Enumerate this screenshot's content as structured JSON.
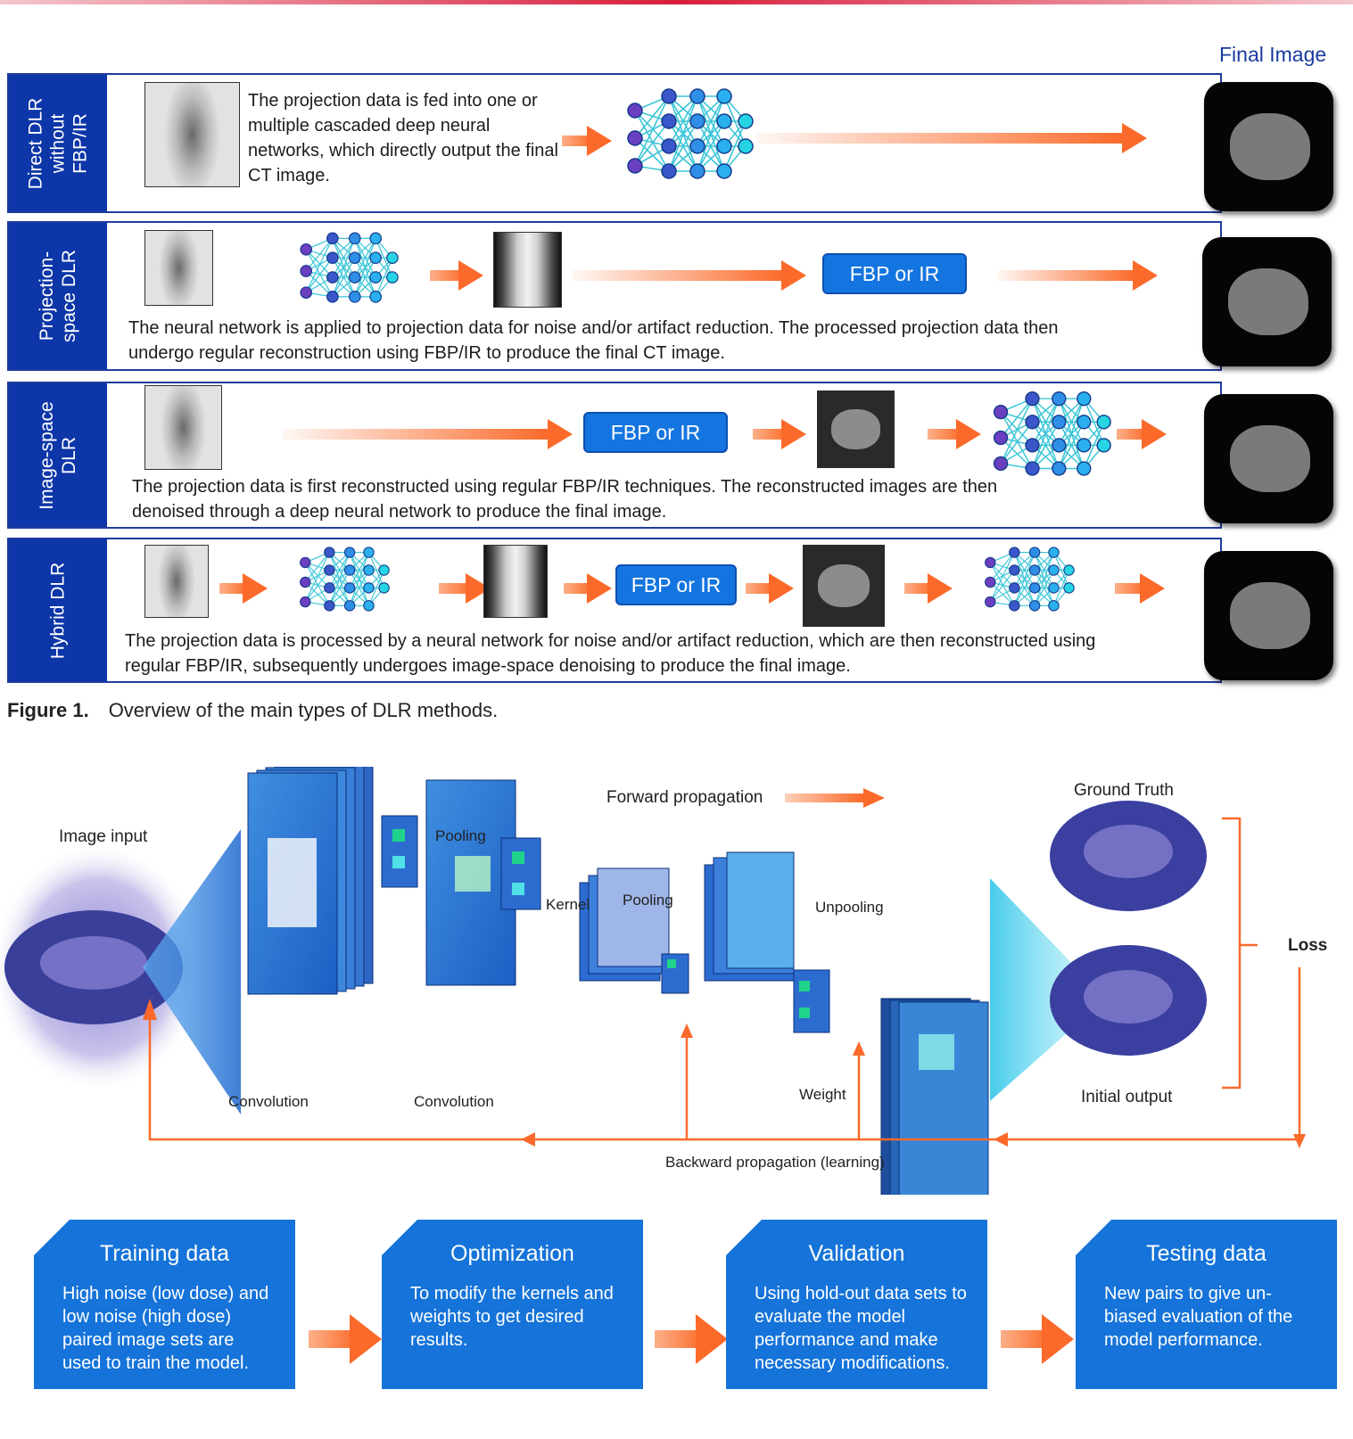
{
  "final_image_label": "Final Image",
  "rows": [
    {
      "label_lines": [
        "Direct DLR",
        "without",
        "FBP/IR"
      ],
      "text": "The projection data is fed into one or multiple cascaded deep neural networks, which directly output the final CT image."
    },
    {
      "label_lines": [
        "Projection-",
        "space DLR"
      ],
      "fbp": "FBP or IR",
      "text": "The neural network is applied to projection data for noise and/or artifact reduction. The processed projection data then undergo regular reconstruction using FBP/IR to produce the final CT image."
    },
    {
      "label_lines": [
        "Image-space",
        "DLR"
      ],
      "fbp": "FBP or IR",
      "text": "The projection data is first reconstructed using regular FBP/IR techniques. The reconstructed images are then denoised through a deep neural network to produce the final  image."
    },
    {
      "label_lines": [
        "Hybrid DLR"
      ],
      "fbp": "FBP or IR",
      "text": "The projection data is processed by a neural network for noise and/or artifact reduction, which are then reconstructed using regular FBP/IR, subsequently undergoes image-space denoising to produce the final image."
    }
  ],
  "figure": {
    "label": "Figure 1.",
    "caption": "Overview of the main types of DLR methods."
  },
  "cnn": {
    "forward": "Forward propagation",
    "ground_truth": "Ground Truth",
    "image_input": "Image input",
    "pooling1": "Pooling",
    "kernel": "Kernel",
    "pooling2": "Pooling",
    "unpooling": "Unpooling",
    "loss": "Loss",
    "convolution1": "Convolution",
    "convolution2": "Convolution",
    "weight": "Weight",
    "initial_output": "Initial output",
    "backward": "Backward propagation (learning)"
  },
  "steps": [
    {
      "title": "Training data",
      "text": "High noise (low dose) and low noise (high dose) paired image sets are used to train the model."
    },
    {
      "title": "Optimization",
      "text": "To modify the kernels and weights to get desired results."
    },
    {
      "title": "Validation",
      "text": "Using  hold-out data sets to evaluate the model performance and make necessary modifications."
    },
    {
      "title": "Testing data",
      "text": "New pairs to give un-biased evaluation of the model performance."
    }
  ],
  "colors": {
    "row_label_bg": "#0d36a8",
    "fbp_bg": "#1475e0",
    "arrow": "#fb6a2a",
    "step_bg": "#1573d9"
  }
}
